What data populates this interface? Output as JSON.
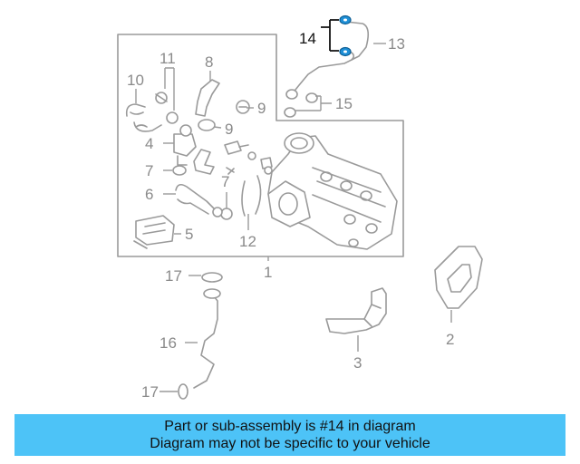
{
  "diagram": {
    "callouts": {
      "c1": "1",
      "c2": "2",
      "c3": "3",
      "c4": "4",
      "c5": "5",
      "c6": "6",
      "c7a": "7",
      "c7b": "7",
      "c8": "8",
      "c9a": "9",
      "c9b": "9",
      "c10": "10",
      "c11": "11",
      "c12": "12",
      "c13": "13",
      "c14": "14",
      "c15": "15",
      "c16": "16",
      "c17a": "17",
      "c17b": "17"
    },
    "highlighted_part": "14",
    "colors": {
      "highlight_fill": "#1f8fd6",
      "line": "#9a9a9a",
      "banner": "#4dc3f7"
    }
  },
  "info_bar": {
    "line1": "Part or sub-assembly is #14 in diagram",
    "line2": "Diagram may not be specific to your vehicle"
  }
}
